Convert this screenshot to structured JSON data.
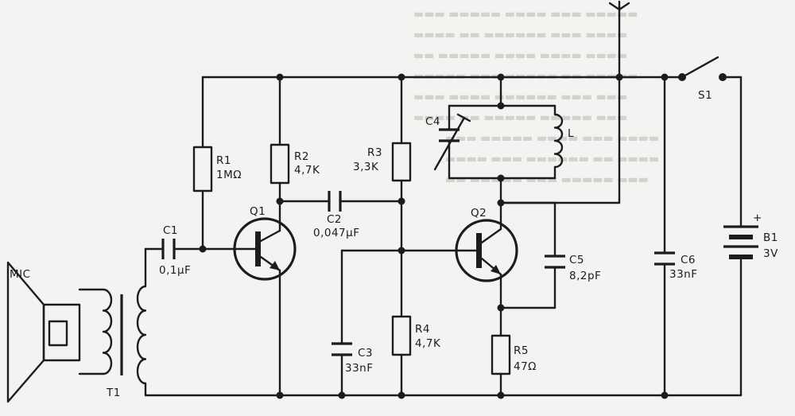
{
  "components": {
    "mic": "MIC",
    "t1": "T1",
    "c1": {
      "name": "C1",
      "value": "0,1µF"
    },
    "r1": {
      "name": "R1",
      "value": "1MΩ"
    },
    "r2": {
      "name": "R2",
      "value": "4,7K"
    },
    "q1": "Q1",
    "c2": {
      "name": "C2",
      "value": "0,047µF"
    },
    "r3": {
      "name": "R3",
      "value": "3,3K"
    },
    "c3": {
      "name": "C3",
      "value": "33nF"
    },
    "r4": {
      "name": "R4",
      "value": "4,7K"
    },
    "c4": "C4",
    "l": "L",
    "q2": "Q2",
    "c5": {
      "name": "C5",
      "value": "8,2pF"
    },
    "r5": {
      "name": "R5",
      "value": "47Ω"
    },
    "c6": {
      "name": "C6",
      "value": "33nF"
    },
    "s1": "S1",
    "b1": {
      "name": "B1",
      "value": "3V",
      "polarity": "+"
    }
  },
  "style": {
    "ink": "#1c1c1c",
    "paper": "#f4f3f1",
    "bleed": "#d4d2ce"
  }
}
